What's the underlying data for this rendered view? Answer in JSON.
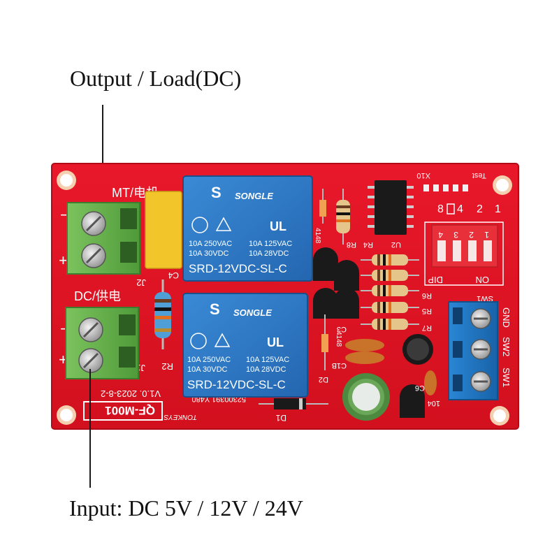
{
  "annotations": {
    "output_label": "Output / Load(DC)",
    "input_label": "Input: DC 5V / 12V / 24V"
  },
  "board": {
    "colors": {
      "pcb": "#e01422",
      "terminal_green": "#63b04a",
      "relay_blue": "#2b78c8",
      "terminal_blue": "#1f76c2",
      "dip_red": "#e8303a",
      "capacitor_yellow": "#f2c62a"
    },
    "silkscreen": {
      "j2_title": "MT/电机",
      "j1_title": "DC/供电",
      "j2_ref": "J2",
      "j1_ref": "J1",
      "version": "V1.0. 2023-8-2",
      "model": "QF-M001",
      "brand": "TONKEYS",
      "c4": "C4",
      "r2": "R2",
      "d1": "D1",
      "d2": "D2",
      "x10": "X10",
      "test": "Test",
      "sw1": "SW1",
      "sw2": "SW2",
      "gnd": "GND",
      "sw1_ref": "SW1",
      "dip": "DIP",
      "on": "ON",
      "d3_code": "4148",
      "d2_code": "4148",
      "c3": "C3",
      "c1": "C1B",
      "u2": "U2",
      "r8": "R8",
      "r4": "R4",
      "r5": "R5",
      "r6": "R6",
      "r7": "R7",
      "c6": "C6",
      "cap104": "104",
      "serial": "52300391 Y480"
    },
    "dip_top_numbers": [
      "8",
      "4",
      "2",
      "1"
    ],
    "dip_switch_numbers": [
      "4",
      "3",
      "2",
      "1"
    ],
    "relay_top": {
      "brand": "SONGLE",
      "rating_left_1": "10A 250VAC",
      "rating_right_1": "10A 125VAC",
      "rating_left_2": "10A 30VDC",
      "rating_right_2": "10A 28VDC",
      "model": "SRD-12VDC-SL-C"
    },
    "relay_bottom": {
      "brand": "SONGLE",
      "rating_left_1": "10A 250VAC",
      "rating_right_1": "10A 125VAC",
      "rating_left_2": "10A 30VDC",
      "rating_right_2": "10A 28VDC",
      "model": "SRD-12VDC-SL-C"
    }
  }
}
